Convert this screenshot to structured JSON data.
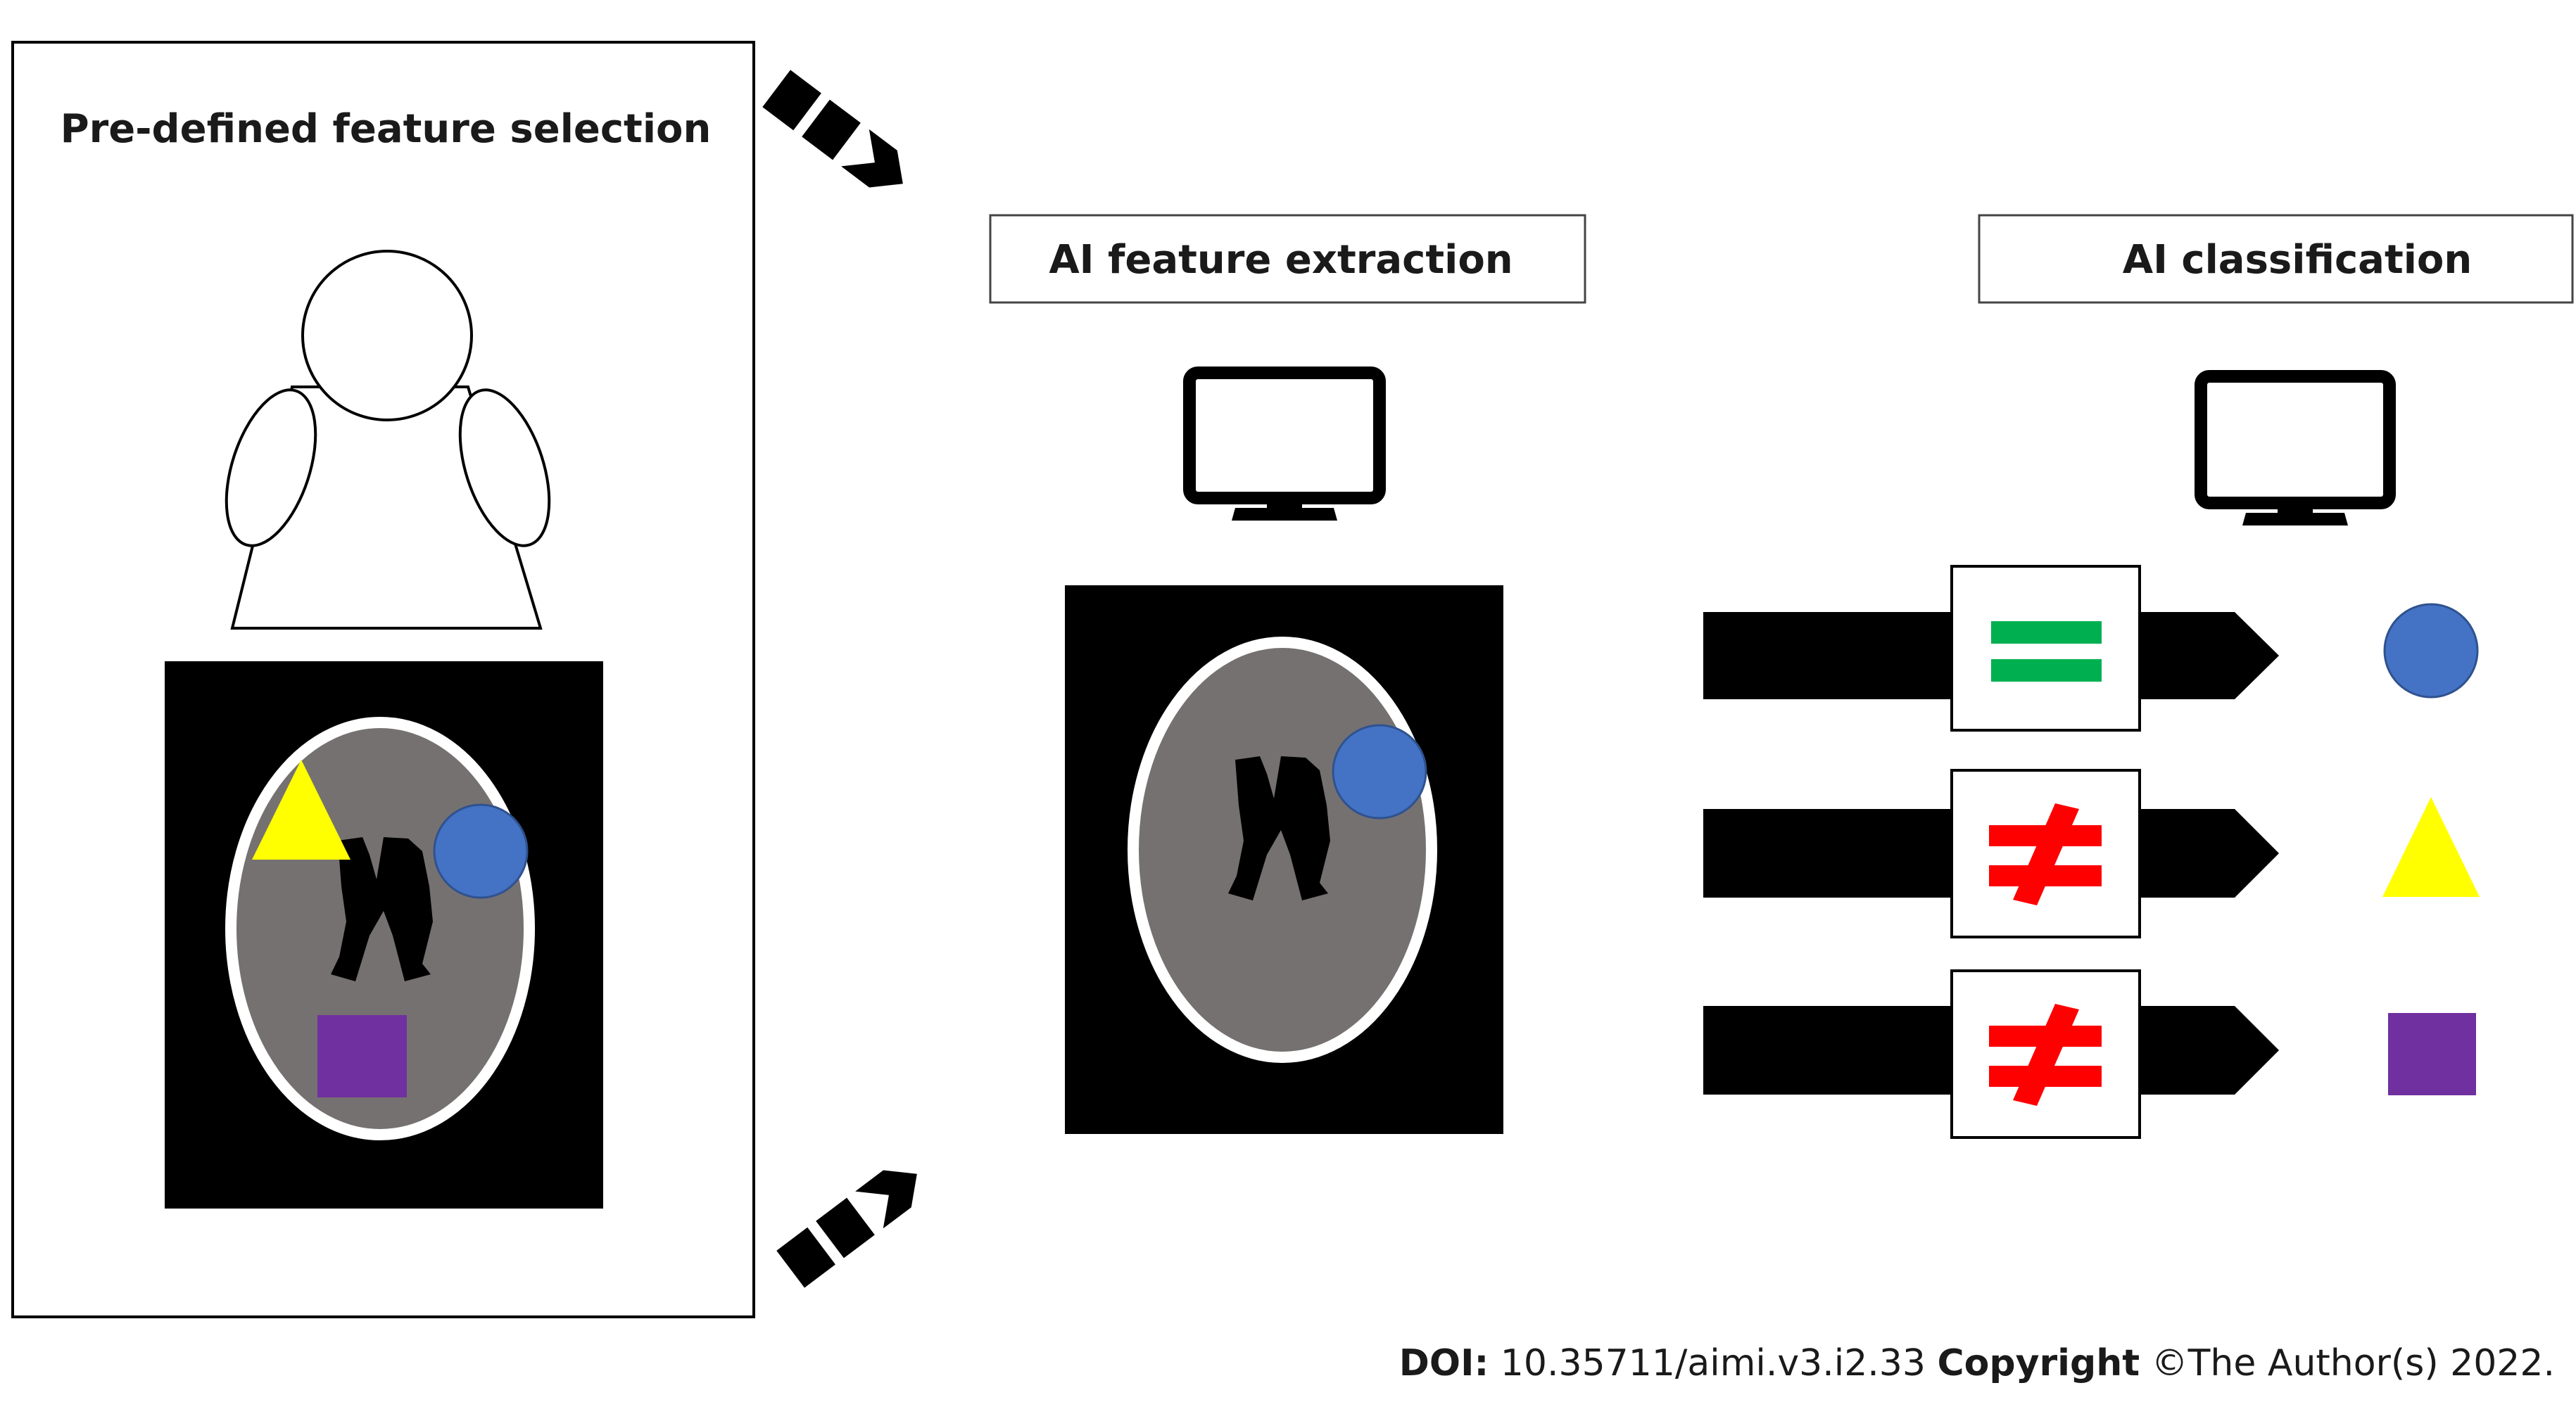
{
  "panels": {
    "predefined": {
      "title": "Pre-defined feature selection"
    },
    "extraction": {
      "title": "AI feature extraction"
    },
    "classification": {
      "title": "AI classification"
    }
  },
  "footer": {
    "doi_label": "DOI:",
    "doi_value": "10.35711/aimi.v3.i2.33",
    "copyright_label": "Copyright",
    "copyright_value": "©The Author(s) 2022."
  },
  "colors": {
    "circle": "#4472c4",
    "triangle": "#ffff00",
    "square": "#7030a0",
    "equal": "#00b050",
    "not_equal": "#ff0000",
    "brain_gray": "#767171"
  },
  "classification_rows": [
    {
      "comparison": "equal",
      "shape": "circle"
    },
    {
      "comparison": "not-equal",
      "shape": "triangle"
    },
    {
      "comparison": "not-equal",
      "shape": "square"
    }
  ]
}
